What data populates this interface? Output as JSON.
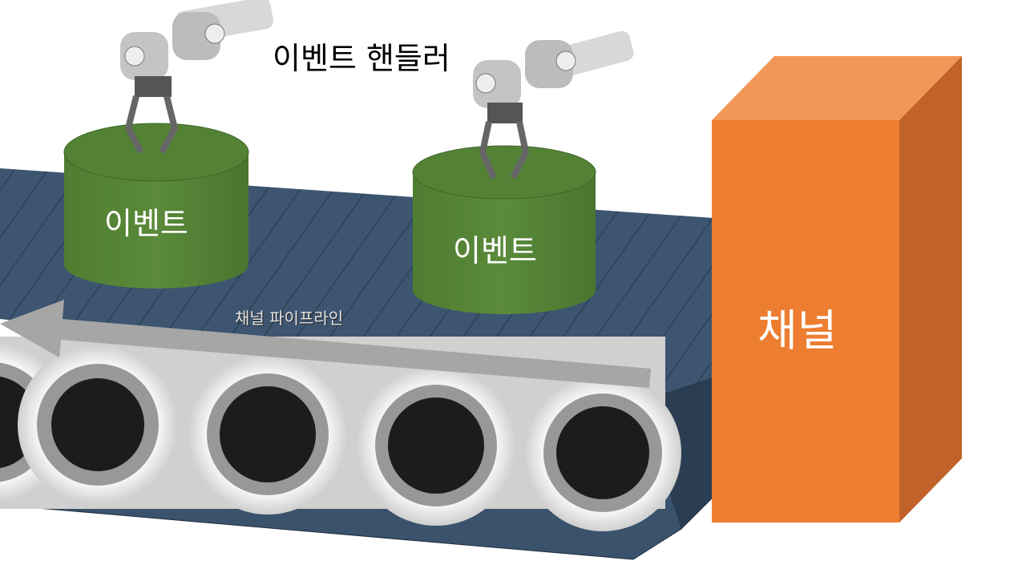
{
  "diagram": {
    "handler_label": "이벤트 핸들러",
    "events": [
      {
        "label": "이벤트"
      },
      {
        "label": "이벤트"
      }
    ],
    "pipeline_label": "채널 파이프라인",
    "channel_label": "채널",
    "colors": {
      "belt": "#3b5470",
      "event": "#548235",
      "channel_front": "#ed7d31",
      "channel_top": "#f19858",
      "channel_side": "#c0622a",
      "arrow": "#a6a6a6"
    }
  }
}
